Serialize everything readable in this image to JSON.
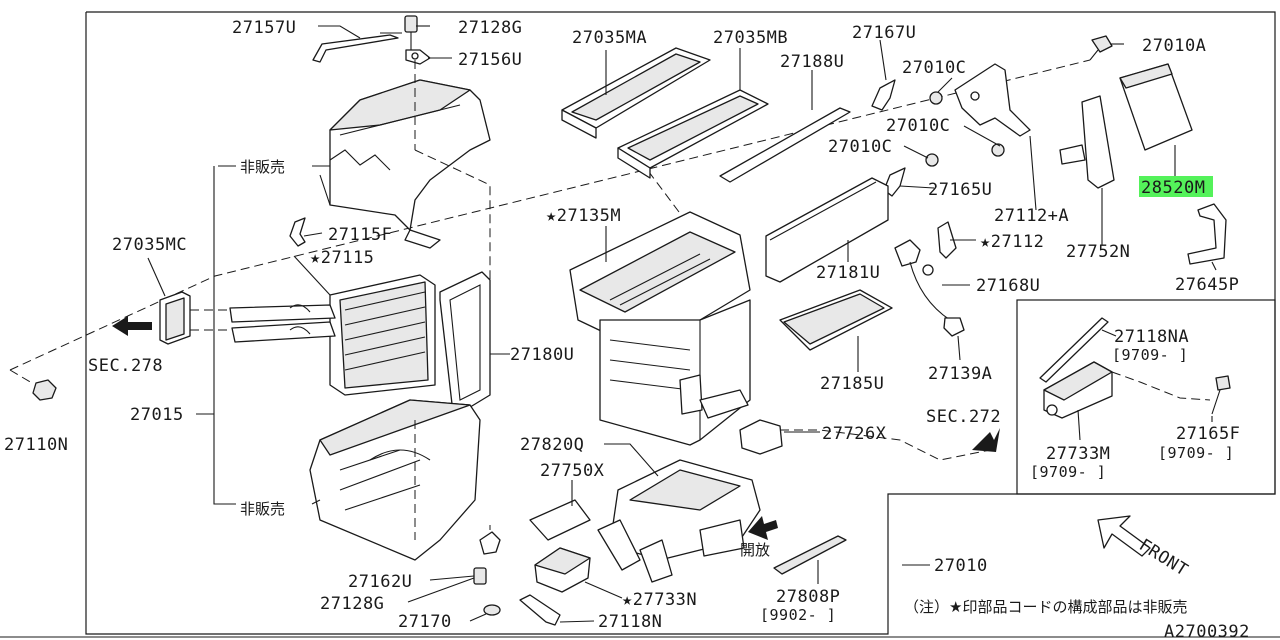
{
  "diagram_id": "A2700392",
  "footnote": "（注）★印部品コードの構成部品は非販売",
  "front_label": "FRONT",
  "highlighted_part": "28520M",
  "labels": {
    "p27157U": "27157U",
    "p27128G_top": "27128G",
    "p27156U": "27156U",
    "p27035MA": "27035MA",
    "p27035MB": "27035MB",
    "p27167U": "27167U",
    "p27010A": "27010A",
    "p27188U": "27188U",
    "p27010C_1": "27010C",
    "p27010C_2": "27010C",
    "p27010C_3": "27010C",
    "p28520_hl": "28520",
    "p28520_suffix": "M",
    "hanbai_top": "非販売",
    "p27165U": "27165U",
    "p27112A": "27112+A",
    "p27135M": "★27135M",
    "p27115F": "27115F",
    "p27112": "★27112",
    "p27752N": "27752N",
    "p27035MC": "27035MC",
    "p27115": "★27115",
    "p27181U": "27181U",
    "p27645P": "27645P",
    "p27168U": "27168U",
    "sec278": "SEC.278",
    "p27180U": "27180U",
    "p27118NA": "27118NA",
    "bracket_9709_a": "[9709-  ]",
    "p27139A": "27139A",
    "p27185U": "27185U",
    "p27110N": "27110N",
    "p27015": "27015",
    "sec272": "SEC.272",
    "p27726X": "27726X",
    "p27733M": "27733M",
    "p27165F": "27165F",
    "p27820Q": "27820Q",
    "bracket_9709_b": "[9709-  ]",
    "bracket_9709_c": "[9709-   ]",
    "p27750X": "27750X",
    "hanbai_bottom": "非販売",
    "kaiho": "開放",
    "p27010": "27010",
    "p27162U": "27162U",
    "p27128G_bot": "27128G",
    "p27733N": "★27733N",
    "p27808P": "27808P",
    "bracket_9902": "[9902-  ]",
    "p27170": "27170",
    "p27118N": "27118N"
  }
}
